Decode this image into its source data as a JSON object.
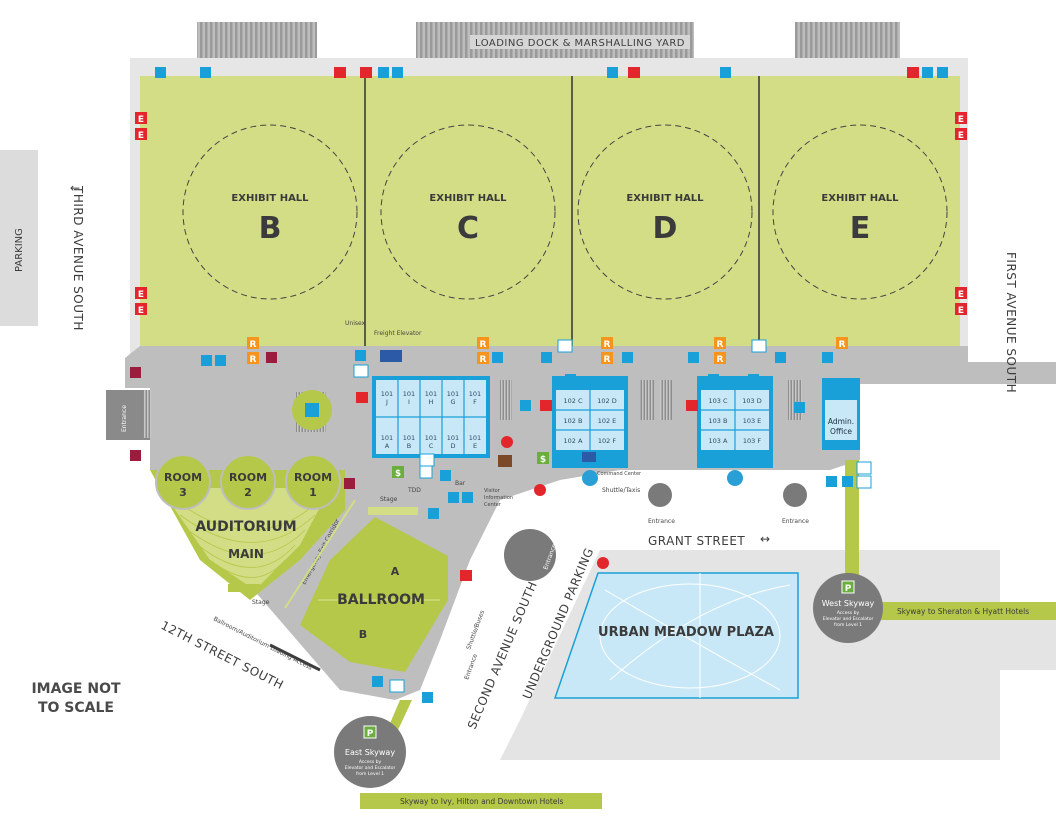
{
  "header": {
    "loading_dock": "LOADING DOCK & MARSHALLING YARD"
  },
  "exhibit_halls": [
    {
      "name": "EXHIBIT HALL",
      "letter": "B"
    },
    {
      "name": "EXHIBIT HALL",
      "letter": "C"
    },
    {
      "name": "EXHIBIT HALL",
      "letter": "D"
    },
    {
      "name": "EXHIBIT HALL",
      "letter": "E"
    }
  ],
  "streets": {
    "third_avenue": "THIRD AVENUE SOUTH",
    "first_avenue": "FIRST AVENUE SOUTH",
    "grant_street": "GRANT STREET",
    "twelfth_street": "12TH STREET SOUTH",
    "second_avenue": "SECOND AVENUE SOUTH",
    "underground_parking": "UNDERGROUND PARKING",
    "parking": "PARKING"
  },
  "rooms": {
    "room3_a": "ROOM",
    "room3_b": "3",
    "room2_a": "ROOM",
    "room2_b": "2",
    "room1_a": "ROOM",
    "room1_b": "1",
    "auditorium": "AUDITORIUM",
    "auditorium_main": "MAIN",
    "ballroom": "BALLROOM",
    "ballroom_a": "A",
    "ballroom_b": "B",
    "plaza": "URBAN MEADOW PLAZA",
    "admin_office_a": "Admin.",
    "admin_office_b": "Office",
    "meeting_101": [
      {
        "num": "101",
        "sub": "J"
      },
      {
        "num": "101",
        "sub": "I"
      },
      {
        "num": "101",
        "sub": "H"
      },
      {
        "num": "101",
        "sub": "G"
      },
      {
        "num": "101",
        "sub": "F"
      },
      {
        "num": "101",
        "sub": "A"
      },
      {
        "num": "101",
        "sub": "B"
      },
      {
        "num": "101",
        "sub": "C"
      },
      {
        "num": "101",
        "sub": "D"
      },
      {
        "num": "101",
        "sub": "E"
      }
    ],
    "meeting_102": [
      "102 C",
      "102 D",
      "102 B",
      "102 E",
      "102 A",
      "102 F"
    ],
    "meeting_103": [
      "103 C",
      "103 D",
      "103 B",
      "103 E",
      "103 A",
      "103 F"
    ]
  },
  "labels": {
    "unisex": "Unisex",
    "freight_elevator": "Freight Elevator",
    "entrance_left": "Entrance",
    "entrance_1": "Entrance",
    "entrance_2": "Entrance",
    "entrance_3": "Entrance",
    "entrance_4": "Entrance",
    "tdd": "TDD",
    "bar": "Bar",
    "visitor_info_a": "Visitor",
    "visitor_info_b": "Information",
    "visitor_info_c": "Center",
    "command_center": "Command Center",
    "shuttle_taxis": "Shuttle/Taxis",
    "shuttle_buses": "Shuttle/Buses",
    "stage_top": "Stage",
    "stage_bottom": "Stage",
    "emergency_exit": "Emergency Exit Corridor",
    "loading_access": "Ballroom/Auditorium Loading Access",
    "not_to_scale_a": "IMAGE NOT",
    "not_to_scale_b": "TO SCALE"
  },
  "skyways": {
    "west": {
      "name": "West Skyway",
      "note_a": "Access by",
      "note_b": "Elevator and Escalator",
      "note_c": "from Level 1"
    },
    "east": {
      "name": "East Skyway",
      "note_a": "Access by",
      "note_b": "Elevator and Escalator",
      "note_c": "from Level 1"
    },
    "west_banner": "Skyway to Sheraton & Hyatt Hotels",
    "east_banner": "Skyway to Ivy, Hilton and Downtown Hotels",
    "parking_icon": "P"
  },
  "icon_letters": {
    "exit": "E",
    "restaurant": "R",
    "atm": "$"
  },
  "colors": {
    "hall_green": "#d3dd86",
    "room_green": "#b6c84a",
    "meeting_blue": "#c9e8f7",
    "accent_blue": "#1aa0d8",
    "corridor_gray": "#bdbdbd",
    "exit_red": "#e2262c",
    "restaurant_orange": "#f7941d",
    "skyway_green": "#b6c84a"
  }
}
